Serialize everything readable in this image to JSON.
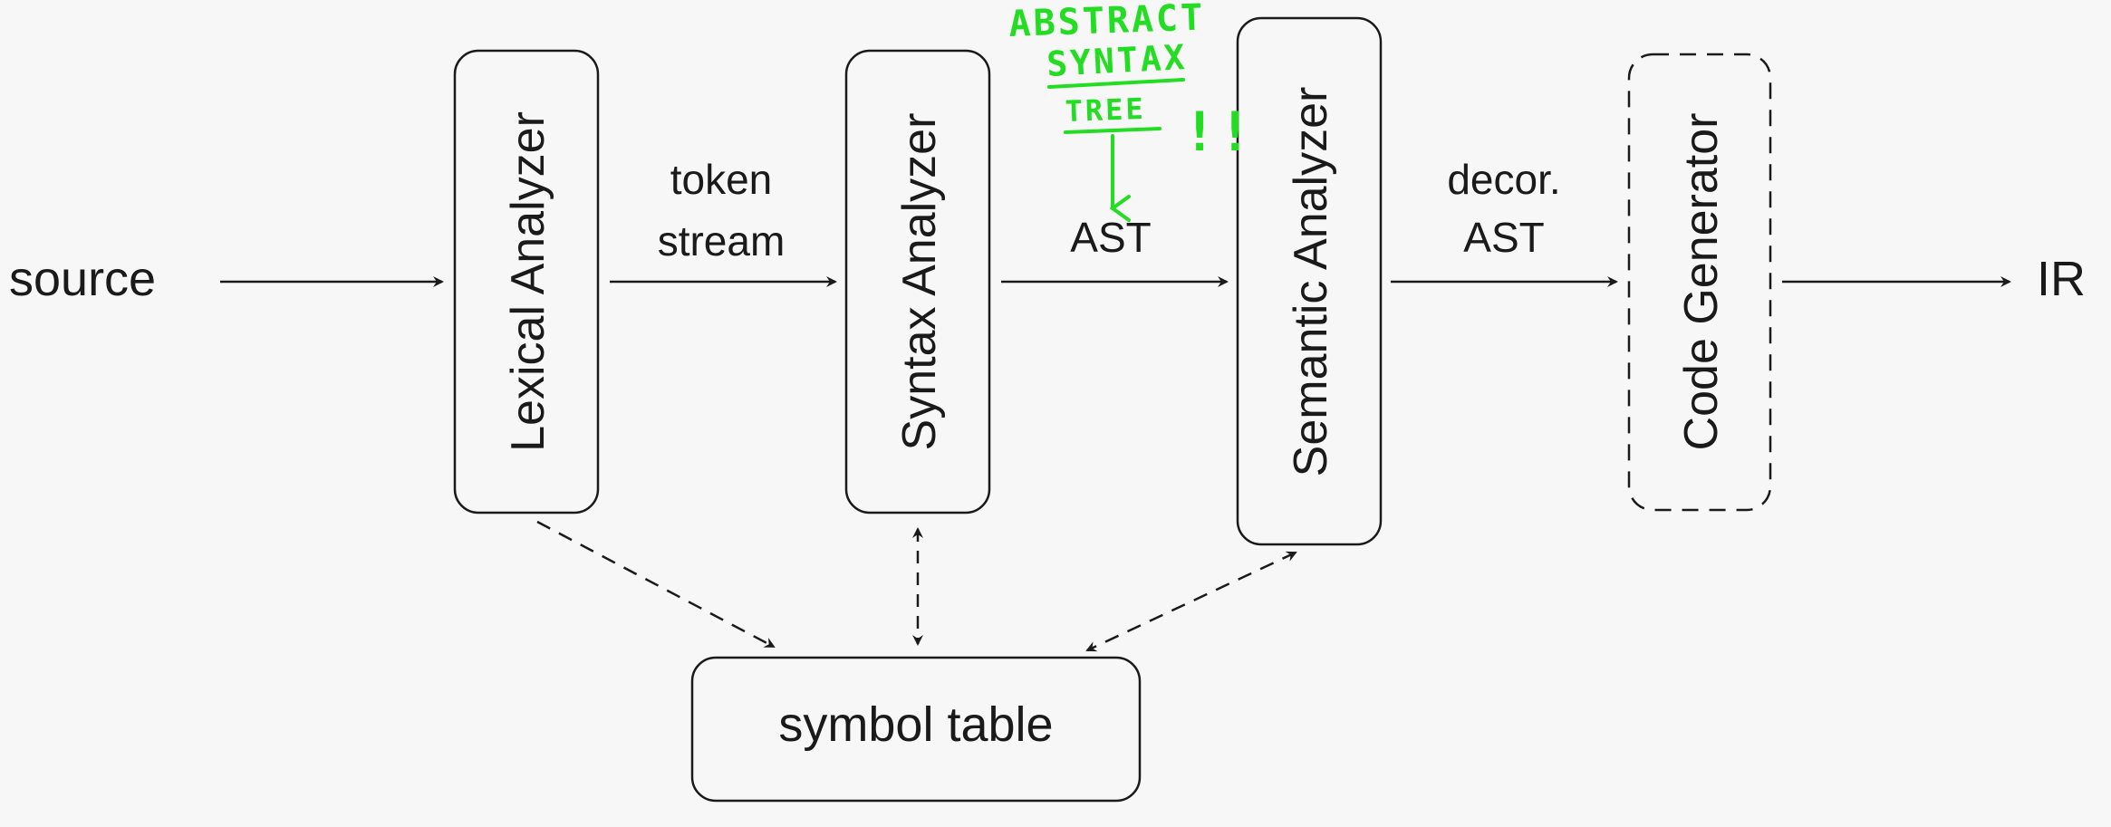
{
  "diagram": {
    "input_label": "source",
    "output_label": "IR",
    "stages": [
      {
        "label": "Lexical Analyzer"
      },
      {
        "label": "Syntax Analyzer"
      },
      {
        "label": "Semantic Analyzer"
      },
      {
        "label": "Code Generator"
      }
    ],
    "edges": [
      {
        "line1": "token",
        "line2": "stream"
      },
      {
        "line1": "AST"
      },
      {
        "line1": "decor.",
        "line2": "AST"
      }
    ],
    "shared": {
      "label": "symbol table"
    },
    "annotation": {
      "line1": "ABSTRACT",
      "line2": "SYNTAX",
      "line3": "TREE",
      "mark": "!!"
    },
    "colors": {
      "ink": "#1a1a1a",
      "annotation": "#22dd22",
      "background": "#f7f7f7"
    }
  }
}
